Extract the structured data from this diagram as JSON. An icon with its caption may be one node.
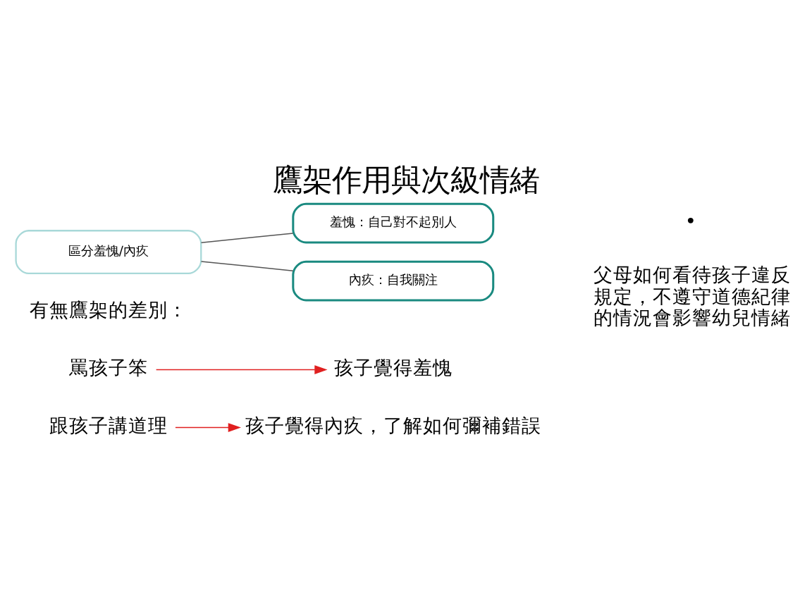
{
  "diagram": {
    "title": "鷹架作用與次級情緒",
    "nodes": [
      {
        "text": [
          "區分羞愧/內疚"
        ]
      },
      {
        "text": [
          "羞愧：自己對不起別人"
        ]
      },
      {
        "text": [
          "內疚：自我關注"
        ]
      },
      {
        "text": [
          "罵孩子笨"
        ]
      },
      {
        "text": [
          "孩子覺得羞愧"
        ]
      },
      {
        "text": [
          "跟孩子講道理"
        ]
      },
      {
        "text": [
          "孩子覺得內疚，了解如何彌補錯誤"
        ]
      }
    ],
    "edges": [
      {
        "from": 0,
        "to": 1,
        "arrow": "none"
      },
      {
        "from": 0,
        "to": 2,
        "arrow": "none"
      },
      {
        "from": 3,
        "to": 4,
        "arrow": "to",
        "color": "#e02020"
      },
      {
        "from": 5,
        "to": 6,
        "arrow": "to",
        "color": "#e02020"
      }
    ],
    "labels": [
      "•",
      "父母如何看待孩子違反規定，不遵守道德紀律的情況會影響幼兒情緒",
      "有無鷹架的差別："
    ]
  }
}
